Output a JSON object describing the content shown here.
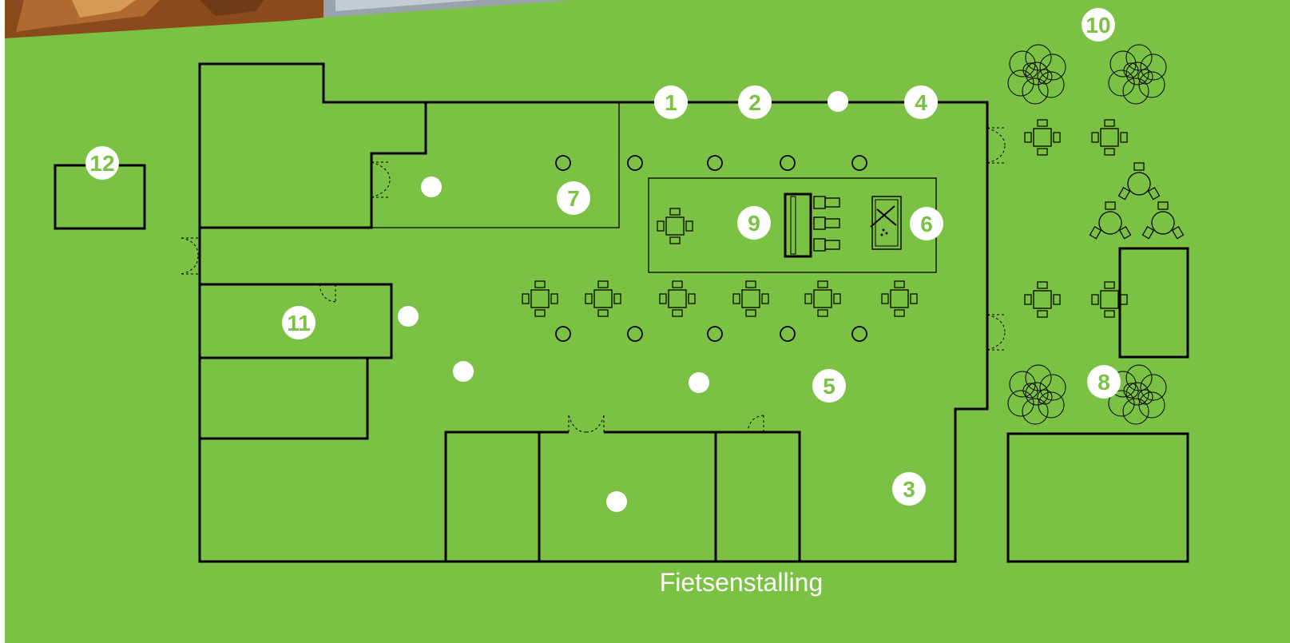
{
  "colors": {
    "lawn": "#7bc143",
    "line": "#000000",
    "marker": "#ffffff",
    "marker_text": "#7bc143"
  },
  "header_image": {
    "description_icon": "photo-strip"
  },
  "markers": [
    {
      "id": "m1",
      "label": "1"
    },
    {
      "id": "m2",
      "label": "2"
    },
    {
      "id": "m3",
      "label": "3"
    },
    {
      "id": "m4",
      "label": "4"
    },
    {
      "id": "m5",
      "label": "5"
    },
    {
      "id": "m6",
      "label": "6"
    },
    {
      "id": "m7",
      "label": "7"
    },
    {
      "id": "m8",
      "label": "8"
    },
    {
      "id": "m9",
      "label": "9"
    },
    {
      "id": "m10",
      "label": "10"
    },
    {
      "id": "m11",
      "label": "11"
    },
    {
      "id": "m12",
      "label": "12"
    }
  ],
  "unlabeled_marker_count": 6,
  "caption": "Fietsenstalling"
}
